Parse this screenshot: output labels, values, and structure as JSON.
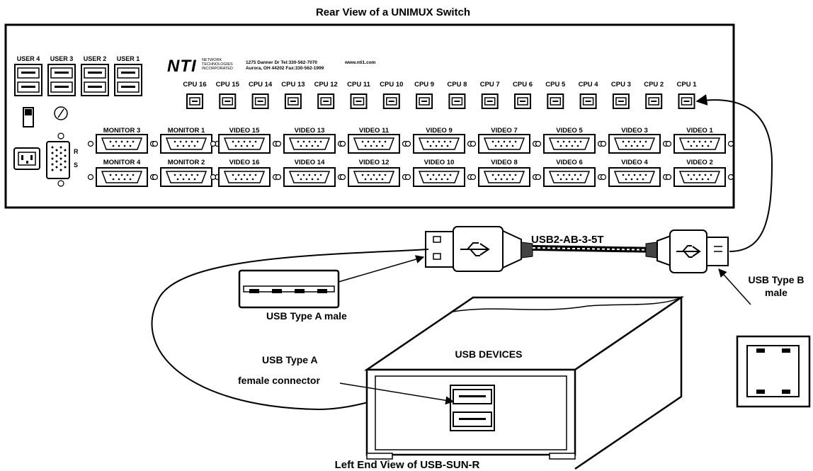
{
  "title": "Rear View of a UNIMUX Switch",
  "switch": {
    "user_ports": [
      "USER 4",
      "USER 3",
      "USER 2",
      "USER 1"
    ],
    "logo_text": "NTI",
    "company_lines": [
      "NETWORK",
      "TECHNOLOGIES",
      "INCORPORATED"
    ],
    "address_line1": "1275 Danner Dr   Tel:330-562-7070",
    "address_line2": "Aurora, OH 44202  Fax:330-562-1999",
    "website": "www.nti1.com",
    "cpu_ports": [
      "CPU 16",
      "CPU 15",
      "CPU 14",
      "CPU 13",
      "CPU 12",
      "CPU 11",
      "CPU 10",
      "CPU 9",
      "CPU 8",
      "CPU 7",
      "CPU 6",
      "CPU 5",
      "CPU 4",
      "CPU 3",
      "CPU 2",
      "CPU 1"
    ],
    "video_top": [
      "MONITOR 3",
      "MONITOR 1",
      "VIDEO 15",
      "VIDEO 13",
      "VIDEO 11",
      "VIDEO 9",
      "VIDEO 7",
      "VIDEO 5",
      "VIDEO 3",
      "VIDEO 1"
    ],
    "video_bottom": [
      "MONITOR 4",
      "MONITOR 2",
      "VIDEO 16",
      "VIDEO 14",
      "VIDEO 12",
      "VIDEO 10",
      "VIDEO 8",
      "VIDEO 6",
      "VIDEO 4",
      "VIDEO 2"
    ],
    "serial_r": "R",
    "serial_s": "S"
  },
  "cable": {
    "name": "USB2-AB-3-5T",
    "type_a_label": "USB Type A male",
    "type_b_label_line1": "USB Type B",
    "type_b_label_line2": "male"
  },
  "device": {
    "title": "USB DEVICES",
    "connector_label_line1": "USB Type A",
    "connector_label_line2": "female connector",
    "caption": "Left End View of USB-SUN-R"
  }
}
